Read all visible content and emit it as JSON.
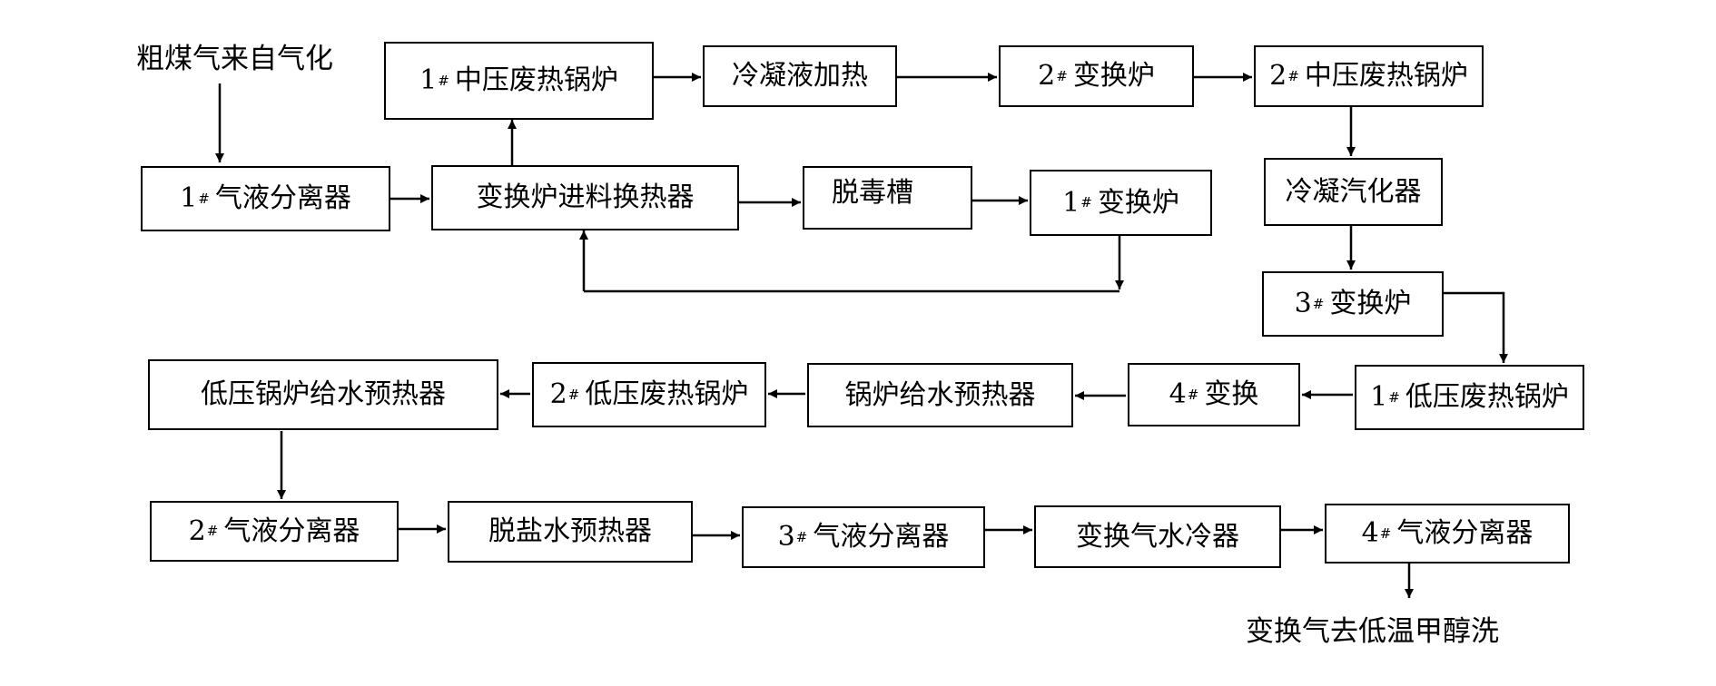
{
  "source_label": "粗煤气来自气化",
  "output_label": "变换气去低温甲醇洗",
  "nodes": {
    "hp_boiler_1": {
      "num": "1",
      "mark": "#",
      "text": "中压废热锅炉"
    },
    "cond_heat": {
      "text": "冷凝液加热"
    },
    "shift_2": {
      "num": "2",
      "mark": "#",
      "text": "变换炉"
    },
    "hp_boiler_2": {
      "num": "2",
      "mark": "#",
      "text": "中压废热锅炉"
    },
    "sep_1": {
      "num": "1",
      "mark": "#",
      "text": "气液分离器"
    },
    "feed_hx": {
      "text": "变换炉进料换热器"
    },
    "detox": {
      "text": "脱毒槽"
    },
    "shift_1": {
      "num": "1",
      "mark": "#",
      "text": "变换炉"
    },
    "cond_vap": {
      "text": "冷凝汽化器"
    },
    "shift_3": {
      "num": "3",
      "mark": "#",
      "text": "变换炉"
    },
    "lp_preheater": {
      "text": "低压锅炉给水预热器"
    },
    "lp_boiler_2": {
      "num": "2",
      "mark": "#",
      "text": "低压废热锅炉"
    },
    "bfw_preheater": {
      "text": "锅炉给水预热器"
    },
    "shift_4": {
      "num": "4",
      "mark": "#",
      "text": "变换"
    },
    "lp_boiler_1": {
      "num": "1",
      "mark": "#",
      "text": "低压废热锅炉"
    },
    "sep_2": {
      "num": "2",
      "mark": "#",
      "text": "气液分离器"
    },
    "demin_preheater": {
      "text": "脱盐水预热器"
    },
    "sep_3": {
      "num": "3",
      "mark": "#",
      "text": "气液分离器"
    },
    "shift_gas_cooler": {
      "text": "变换气水冷器"
    },
    "sep_4": {
      "num": "4",
      "mark": "#",
      "text": "气液分离器"
    }
  }
}
